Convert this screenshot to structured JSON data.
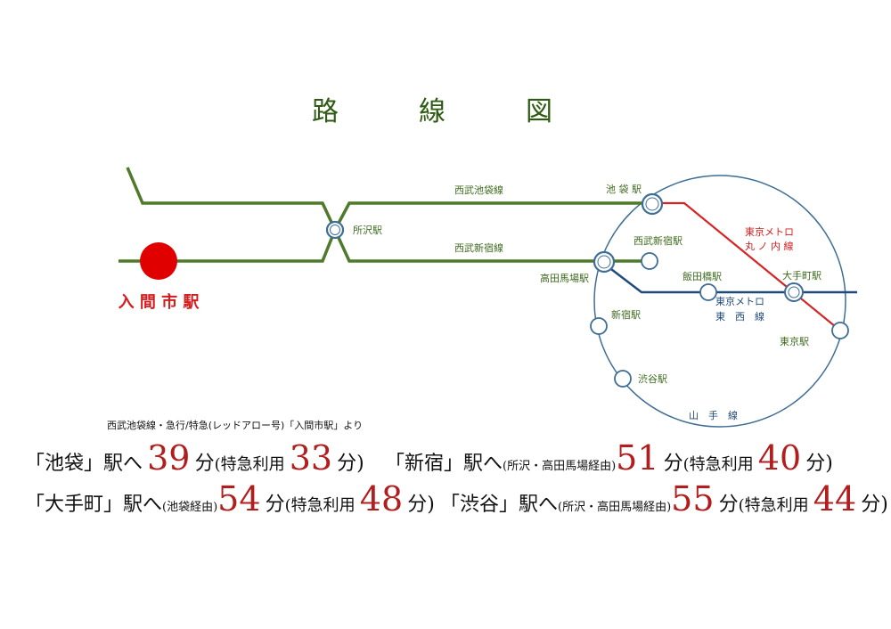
{
  "title": "路　線　図",
  "colors": {
    "seibu": "#4e7a2a",
    "marunouchi": "#d62424",
    "tozai": "#1f4a7a",
    "yamanote": "#3e6d95",
    "home_station": "#e00000",
    "fare_number": "#b11e1e"
  },
  "stations": {
    "iruma": "入 間 市 駅",
    "tokorozawa": "所沢駅",
    "ikebukuro": "池 袋 駅",
    "seibu_shinjuku": "西武新宿駅",
    "takadanobaba": "高田馬場駅",
    "iidabashi": "飯田橋駅",
    "otemachi": "大手町駅",
    "tokyo": "東京駅",
    "shinjuku": "新宿駅",
    "shibuya": "渋谷駅"
  },
  "lines": {
    "seibu_ikebukuro": "西武池袋線",
    "seibu_shinjuku": "西武新宿線",
    "marunouchi_1": "東京メトロ",
    "marunouchi_2": "丸 ノ 内 線",
    "tozai_1": "東京メトロ",
    "tozai_2": "東　西　線",
    "yamanote": "山　手　線"
  },
  "info": {
    "note": "西武池袋線・急行/特急(レッドアロー号)「入間市駅」より",
    "row1": {
      "dest1": "「池袋」駅へ",
      "time1": "39",
      "unit1": "分",
      "paren1_open": "(特急利用",
      "ltd1": "33",
      "unit1b": "分)",
      "dest2": "「新宿」駅へ",
      "via2": "(所沢・高田馬場経由)",
      "time2": "51",
      "unit2": "分",
      "paren2_open": "(特急利用",
      "ltd2": "40",
      "unit2b": "分)"
    },
    "row2": {
      "dest1": "「大手町」駅へ",
      "via1": "(池袋経由)",
      "time1": "54",
      "unit1": "分",
      "paren1_open": "(特急利用",
      "ltd1": "48",
      "unit1b": "分)",
      "dest2": "「渋谷」駅へ",
      "via2": "(所沢・高田馬場経由)",
      "time2": "55",
      "unit2": "分",
      "paren2_open": "(特急利用",
      "ltd2": "44",
      "unit2b": "分)"
    }
  }
}
